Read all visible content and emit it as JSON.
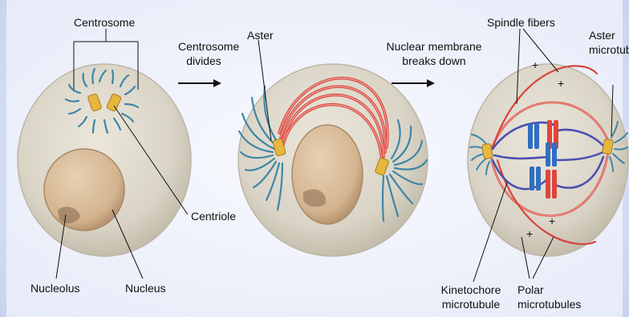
{
  "labels": {
    "centrosome": "Centrosome",
    "centrosome_divides_1": "Centrosome",
    "centrosome_divides_2": "divides",
    "aster_1": "Aster",
    "nuclear_membrane_1": "Nuclear membrane",
    "nuclear_membrane_2": "breaks down",
    "spindle_fibers": "Spindle fibers",
    "aster_2": "Aster",
    "aster_microtubule": "microtubules",
    "centriole": "Centriole",
    "nucleolus": "Nucleolus",
    "nucleus": "Nucleus",
    "kinetochore_1": "Kinetochore",
    "kinetochore_2": "microtubule",
    "polar_1": "Polar",
    "polar_2": "microtubules",
    "plus": "+"
  },
  "colors": {
    "background": "#dfe6f8",
    "cell": "#d9d4c6",
    "cell_edge": "#bdb6a6",
    "nucleus": "#d4b48f",
    "aster": "#3e86a8",
    "centriole": "#e7b63d",
    "red_fiber": "#d8453c",
    "blue_fiber": "#4a4fb0",
    "chromosome_red": "#e0453b",
    "chromosome_blue": "#2f6fc2"
  }
}
